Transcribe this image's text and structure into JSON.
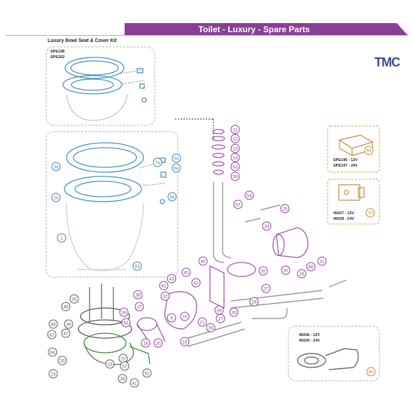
{
  "header": {
    "title": "Toilet - Luxury - Spare Parts"
  },
  "brand": {
    "logo_text": "TMC",
    "logo_color": "#3b4a8e",
    "accent_color": "#8a3f96"
  },
  "seat_kit": {
    "title": "Luxury Bowl Seat & Cover Kit",
    "codes": [
      "SPE198",
      "SPE202"
    ]
  },
  "boxes": {
    "pump_69": {
      "codes": [
        "SPE196 - 12V",
        "SPE197 - 24V"
      ]
    },
    "box_70": {
      "codes": [
        "45027 - 12V",
        "45028 - 24V"
      ]
    },
    "box_80": {
      "codes": [
        "45046 - 12V",
        "45039 - 24V"
      ]
    }
  },
  "part_callouts": {
    "bowl": [
      "3a",
      "2a",
      "5a",
      "6a",
      "7a",
      "8a",
      "1",
      "83"
    ],
    "pipe": [
      "11",
      "12",
      "13",
      "14",
      "63",
      "59",
      "54",
      "67",
      "25",
      "33",
      "66",
      "31",
      "30",
      "35",
      "26",
      "29",
      "27"
    ],
    "pump": [
      "40",
      "45",
      "43",
      "41",
      "42",
      "32",
      "38",
      "37",
      "34",
      "16",
      "17",
      "28",
      "21",
      "18",
      "20",
      "19",
      "9",
      "10",
      "39",
      "63"
    ],
    "base": [
      "48",
      "35",
      "46",
      "36",
      "62",
      "64",
      "47",
      "22",
      "33",
      "23",
      "57",
      "39",
      "52",
      "42",
      "24"
    ],
    "boxes": [
      "69",
      "70",
      "80"
    ]
  }
}
